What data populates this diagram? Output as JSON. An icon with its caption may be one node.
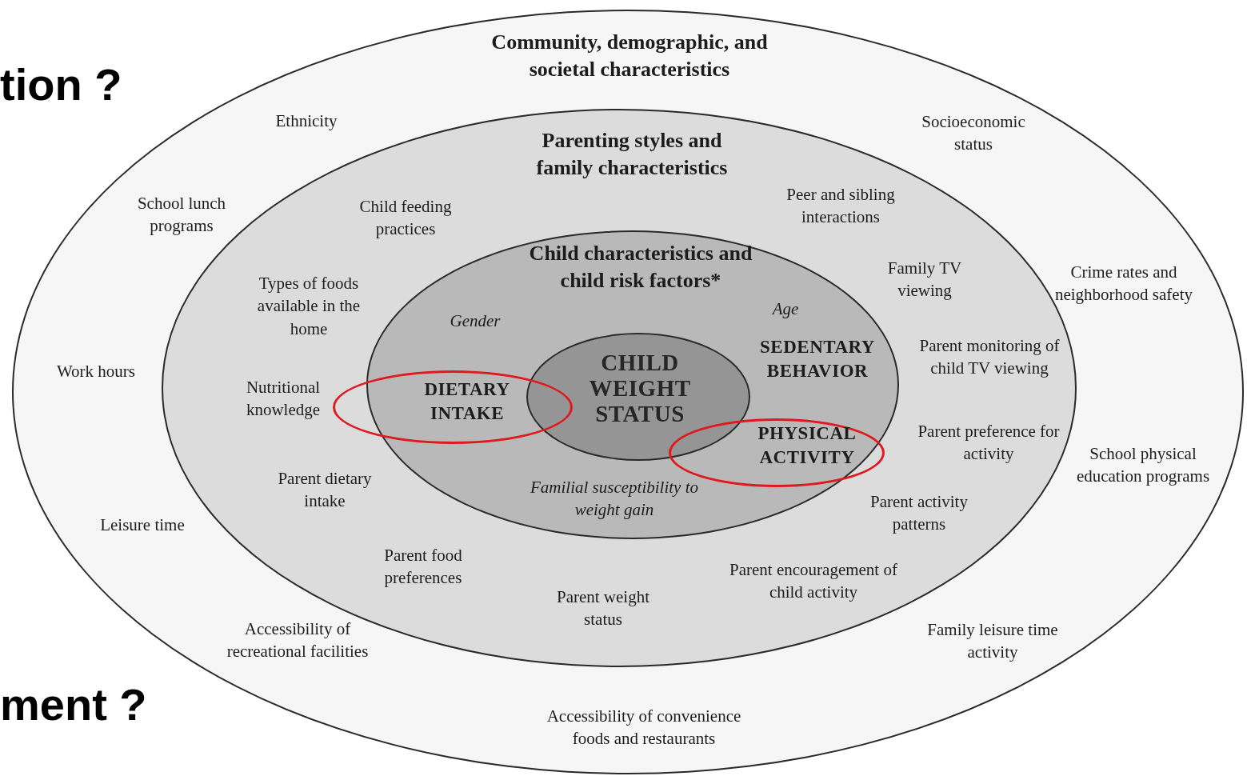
{
  "diagram": {
    "nodes": [
      {
        "text": [
          "Community, demographic, and societal characteristics"
        ]
      },
      {
        "text": [
          "Parenting styles and family characteristics",
          "Child feeding practices",
          "Peer and sibling interactions",
          "Types of foods available in the home",
          "Family TV viewing",
          "Parent monitoring of child TV viewing",
          "Nutritional knowledge",
          "Parent preference for activity",
          "Parent dietary intake",
          "Parent activity patterns",
          "Parent food preferences",
          "Parent encouragement of child activity",
          "Parent weight status"
        ],
        "in": 0
      },
      {
        "text": [
          "Child characteristics and child risk factors*",
          "Gender",
          "Age",
          "SEDENTARY BEHAVIOR",
          "Familial susceptibility to weight gain"
        ],
        "in": 1
      },
      {
        "text": [
          "CHILD WEIGHT STATUS"
        ],
        "in": 2
      },
      {
        "text": [
          "DIETARY INTAKE"
        ],
        "in": 1
      },
      {
        "text": [
          "PHYSICAL ACTIVITY"
        ],
        "in": 2
      }
    ],
    "labels": [
      "tion ?",
      "Ethnicity",
      "Socioeconomic status",
      "School lunch programs",
      "Crime rates and neighborhood safety",
      "Work hours",
      "School physical education programs",
      "Leisure time",
      "Accessibility of recreational facilities",
      "Family leisure time activity",
      "ment ?",
      "Accessibility of convenience foods and restaurants"
    ]
  }
}
